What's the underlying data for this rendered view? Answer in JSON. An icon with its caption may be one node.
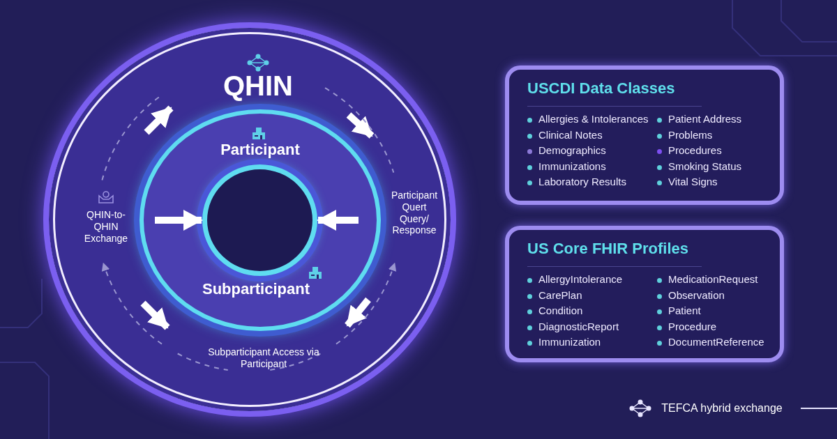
{
  "diagram": {
    "nodes": [
      {
        "text": [
          "QHIN"
        ]
      },
      {
        "text": [
          "Participant",
          "Subparticipant"
        ],
        "in": 0
      },
      {
        "text": [],
        "shape": "circle",
        "in": 1
      },
      {
        "text": [
          "USCDI Data Classes",
          "Allergies & Intolerances",
          "Clinical Notes",
          "Demographics",
          "Immunizations",
          "Laboratory Results",
          "Patient Address",
          "Problems",
          "Procedures",
          "Smoking Status",
          "Vital Signs"
        ]
      },
      {
        "text": [
          "US Core FHIR Profiles",
          "AllergyIntolerance",
          "CarePlan",
          "Condition",
          "DiagnosticReport",
          "Immunization",
          "MedicationRequest",
          "Observation",
          "Patient",
          "Procedure",
          "DocumentReference"
        ]
      }
    ],
    "edges": [
      {
        "from": null,
        "to": 2,
        "arrow": "to"
      },
      {
        "from": null,
        "to": 2,
        "arrow": "to"
      }
    ],
    "labels": [
      "QHIN-to-QHIN Exchange",
      "Participant Quert Query/ Response",
      "Subparticipant Access via Participant",
      "TEFCA hybrid exchange"
    ]
  }
}
